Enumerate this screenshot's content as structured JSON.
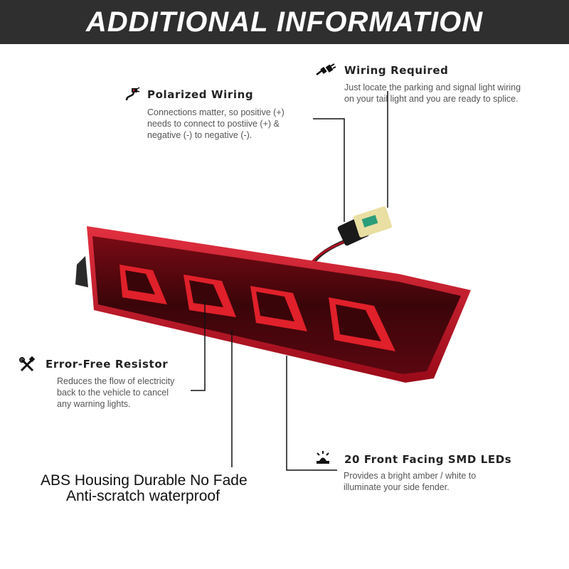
{
  "banner": {
    "title": "ADDITIONAL INFORMATION",
    "background": "#2f2f2f"
  },
  "features": {
    "wiring_required": {
      "icon": "plug-icon",
      "title": "Wiring Required",
      "desc": [
        "Just locate the parking and signal light wiring",
        "on your tail light and you are ready to splice."
      ]
    },
    "polarized_wiring": {
      "icon": "cable-icon",
      "title": "Polarized Wiring",
      "desc": [
        "Connections matter, so positive (+)",
        "needs to connect to postiive (+) &",
        "negative (-) to negative (-)."
      ]
    },
    "error_free_resistor": {
      "icon": "tools-icon",
      "title": "Error-Free Resistor",
      "desc": [
        "Reduces the flow of electricity",
        "back to the vehicle to cancel",
        "any warning lights."
      ]
    },
    "smd_leds": {
      "icon": "lamp-icon",
      "title": "20 Front Facing SMD LEDs",
      "desc": [
        "Provides a bright amber / white to",
        "illuminate your side fender."
      ]
    }
  },
  "housing": {
    "line1": "ABS Housing Durable No Fade",
    "line2": "Anti-scratch waterproof"
  },
  "product": {
    "lens_color": "#b01020",
    "led_color": "#e0202a"
  }
}
